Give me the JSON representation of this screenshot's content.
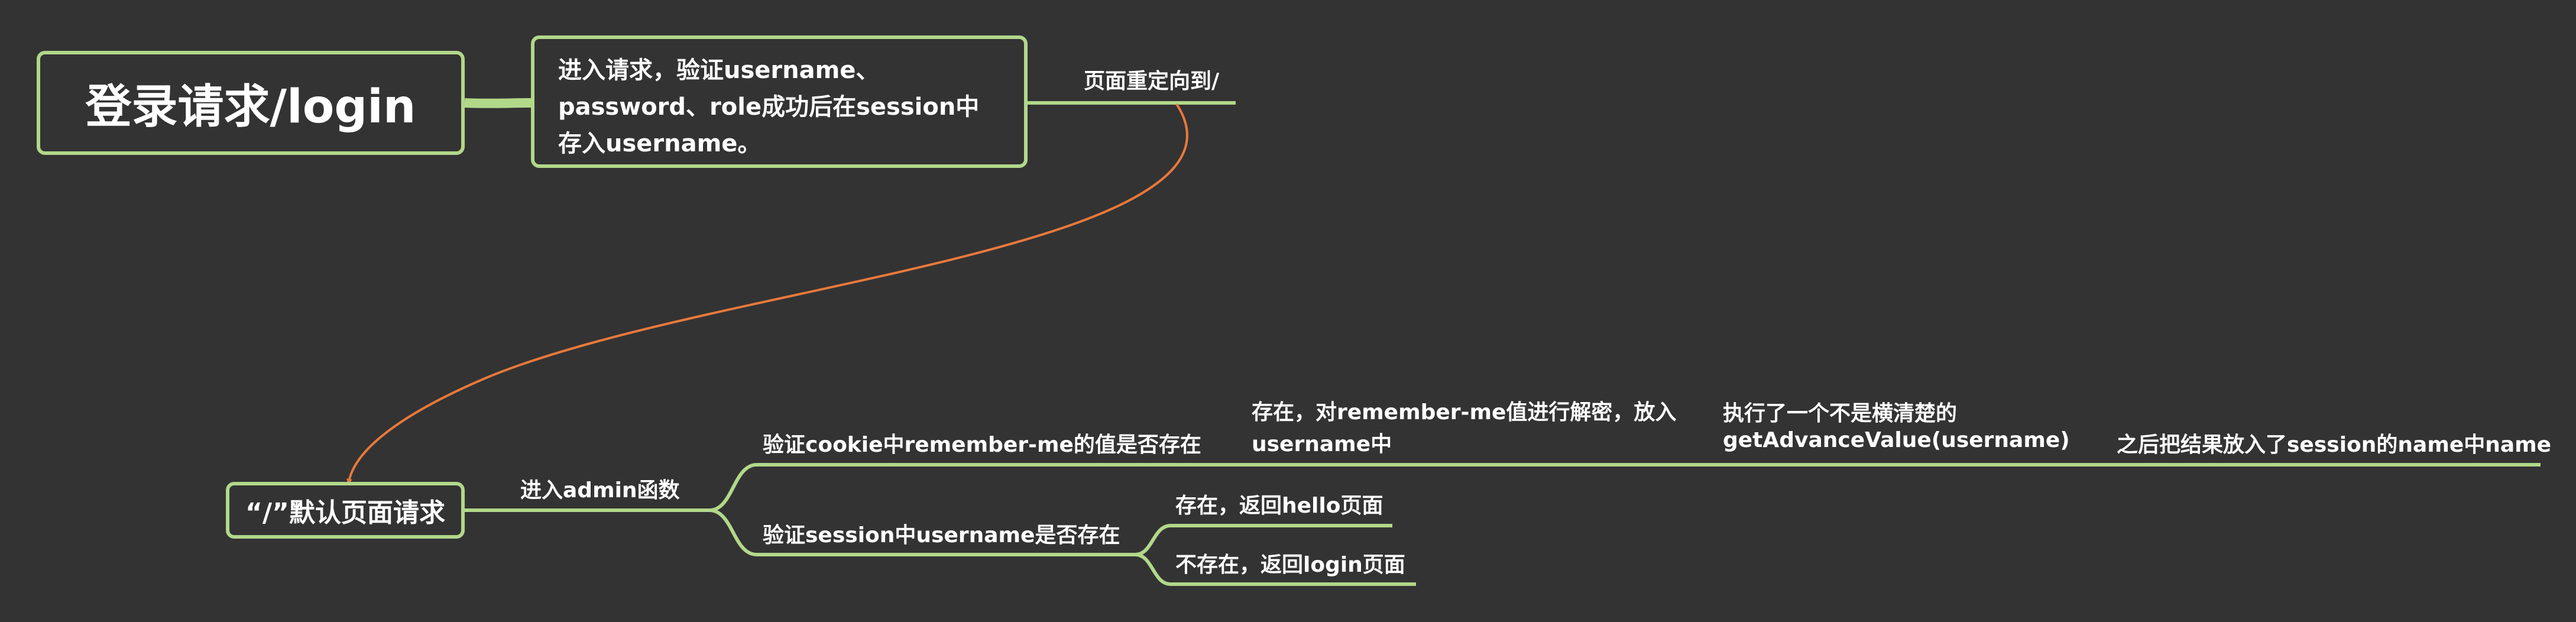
{
  "root": {
    "label": "登录请求/login"
  },
  "login_description": "进入请求，验证username、password、role成功后在session中存入username。",
  "redirect_label": "页面重定向到/",
  "home_request": {
    "label": "“/”默认页面请求"
  },
  "enter_admin_label": "进入admin函数",
  "cookie_check": {
    "label": "验证cookie中remember-me的值是否存在",
    "exists_line1": "存在，对remember-me值进行解密，放入",
    "exists_line2": "username中",
    "step_line1": "执行了一个不是横清楚的",
    "step_line2": "getAdvanceValue(username)",
    "result": "之后把结果放入了session的name中name"
  },
  "session_check": {
    "label": "验证session中username是否存在",
    "exists": "存在，返回hello页面",
    "not_exists": "不存在，返回login页面"
  },
  "colors": {
    "background": "#333333",
    "branch_line": "#b2d88a",
    "redirect_arrow": "#e8793b",
    "text": "#ffffff"
  }
}
